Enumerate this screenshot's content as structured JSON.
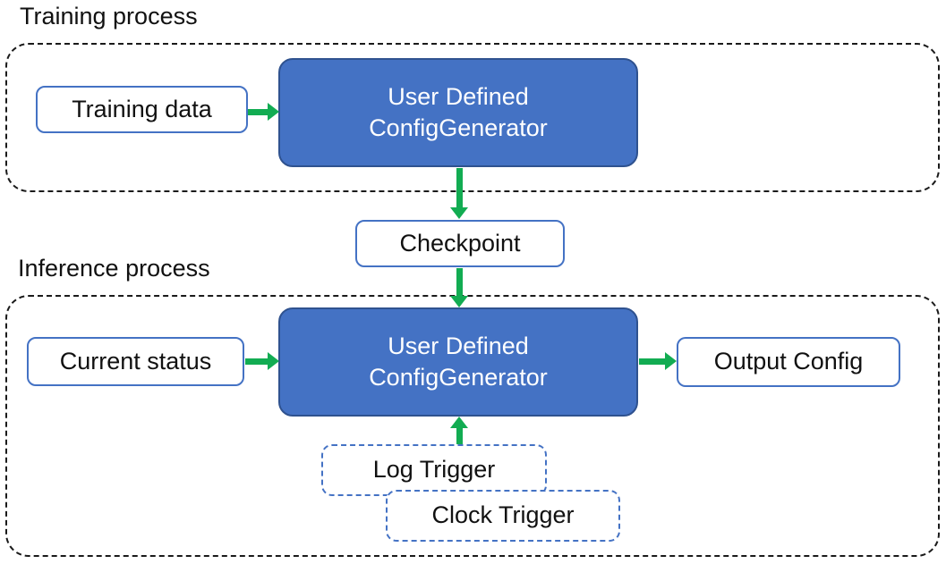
{
  "colors": {
    "arrow_green": "#12AC52",
    "node_fill_blue": "#4472C4",
    "node_border_blue": "#2F528F",
    "box_border_blue": "#4472C4",
    "container_dash": "#1A1A1A",
    "text_dark": "#111111",
    "text_on_blue": "#FFFFFF",
    "bg": "#FFFFFF"
  },
  "training_section": {
    "label": "Training process",
    "training_data_box": {
      "label": "Training data"
    },
    "config_generator_box": {
      "line1": "User Defined",
      "line2": "ConfigGenerator"
    }
  },
  "checkpoint_box": {
    "label": "Checkpoint"
  },
  "inference_section": {
    "label": "Inference process",
    "current_status_box": {
      "label": "Current status"
    },
    "config_generator_box": {
      "line1": "User Defined",
      "line2": "ConfigGenerator"
    },
    "output_config_box": {
      "label": "Output Config"
    },
    "log_trigger_box": {
      "label": "Log Trigger"
    },
    "clock_trigger_box": {
      "label": "Clock Trigger"
    }
  },
  "edges": [
    {
      "from": "training-data",
      "to": "training-config-generator",
      "direction": "right"
    },
    {
      "from": "training-config-generator",
      "to": "checkpoint",
      "direction": "down"
    },
    {
      "from": "checkpoint",
      "to": "inference-config-generator",
      "direction": "down"
    },
    {
      "from": "current-status",
      "to": "inference-config-generator",
      "direction": "right"
    },
    {
      "from": "inference-config-generator",
      "to": "output-config",
      "direction": "right"
    },
    {
      "from": "log-trigger",
      "to": "inference-config-generator",
      "direction": "up"
    }
  ]
}
